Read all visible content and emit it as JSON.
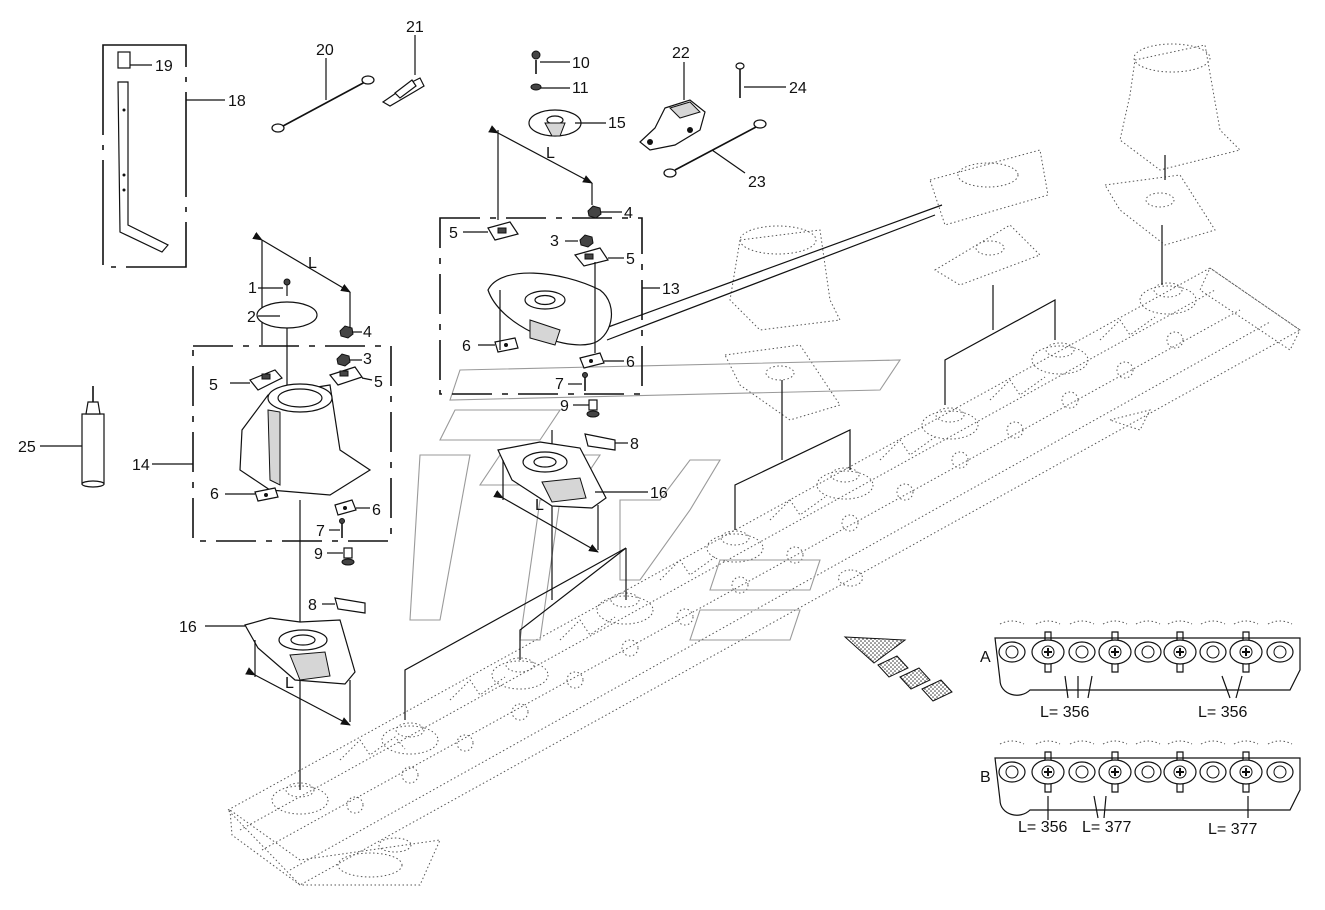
{
  "diagram": {
    "callouts": {
      "c1": "1",
      "c2": "2",
      "c3a": "3",
      "c3b": "3",
      "c4a": "4",
      "c4b": "4",
      "c5a": "5",
      "c5b": "5",
      "c5c": "5",
      "c5d": "5",
      "c6a": "6",
      "c6b": "6",
      "c6c": "6",
      "c6d": "6",
      "c7a": "7",
      "c7b": "7",
      "c8a": "8",
      "c8b": "8",
      "c9a": "9",
      "c9b": "9",
      "c10": "10",
      "c11": "11",
      "c13": "13",
      "c14": "14",
      "c15": "15",
      "c16a": "16",
      "c16b": "16",
      "c18": "18",
      "c19": "19",
      "c20": "20",
      "c21": "21",
      "c22": "22",
      "c23": "23",
      "c24": "24",
      "c25": "25"
    },
    "dimension_label": "L",
    "layout_a": {
      "label": "A",
      "lengths": [
        "L= 356",
        "L= 356"
      ]
    },
    "layout_b": {
      "label": "B",
      "lengths": [
        "L= 356",
        "L= 377",
        "L= 377"
      ]
    }
  }
}
